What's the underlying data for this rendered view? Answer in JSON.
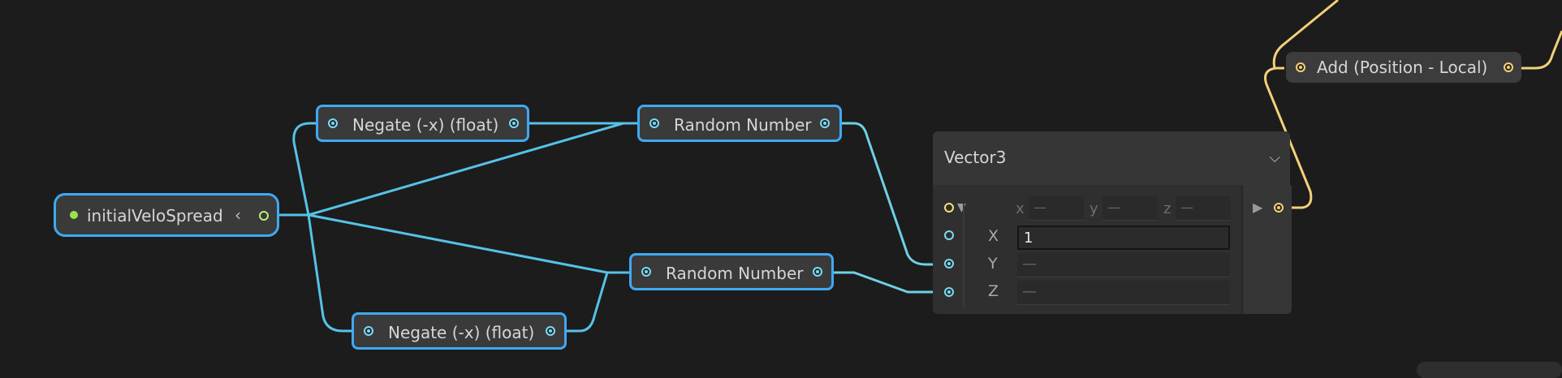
{
  "nodes": {
    "initial_velo_spread": {
      "label": "initialVeloSpread",
      "chevron": "chevron-left-icon"
    },
    "negate_top": {
      "label": "Negate (-x) (float)"
    },
    "negate_bottom": {
      "label": "Negate (-x) (float)"
    },
    "random_top": {
      "label": "Random Number"
    },
    "random_bottom": {
      "label": "Random Number"
    },
    "add_position": {
      "label": "Add (Position - Local)"
    }
  },
  "vector3": {
    "title": "Vector3",
    "collapse_icon": "chevron-down-icon",
    "compound": {
      "x_label": "x",
      "x_value": "—",
      "y_label": "y",
      "y_value": "—",
      "z_label": "z",
      "z_value": "—"
    },
    "rows": [
      {
        "label": "X",
        "value": "1"
      },
      {
        "label": "Y",
        "value": "—"
      },
      {
        "label": "Z",
        "value": "—"
      }
    ],
    "output_icon": "play-triangle-icon"
  },
  "colors": {
    "background": "#1c1c1c",
    "node": "#3a3a3a",
    "selection": "#3fa9f5",
    "wire_float": "#56c2e8",
    "wire_vector": "#f3d07a",
    "property_port": "#9be24a"
  }
}
